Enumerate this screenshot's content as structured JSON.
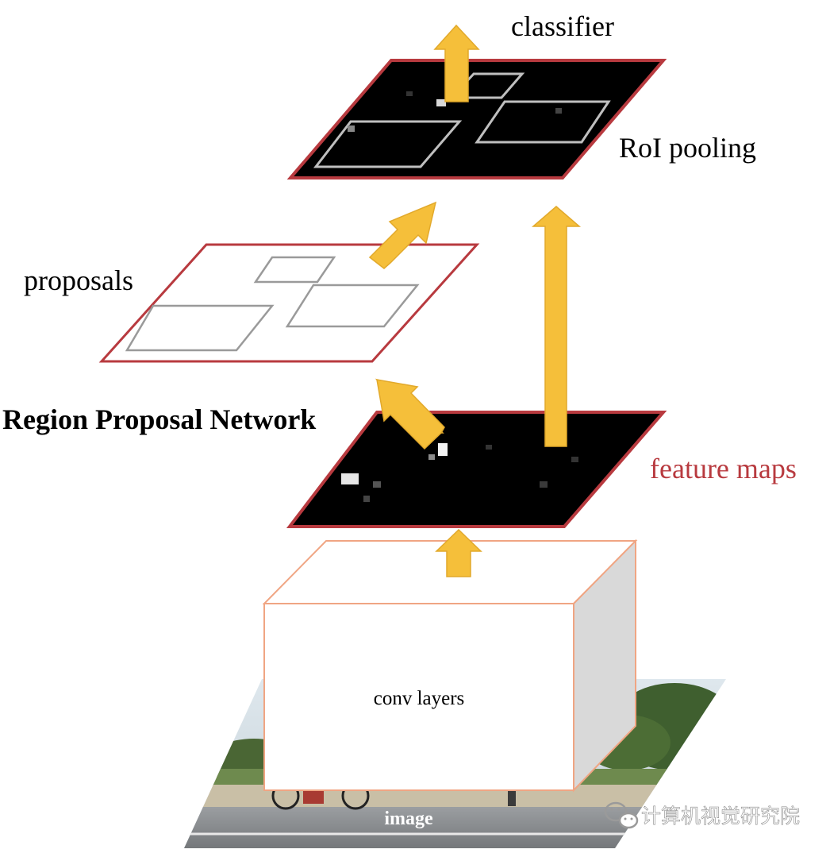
{
  "labels": {
    "classifier": "classifier",
    "roi_pooling": "RoI pooling",
    "proposals": "proposals",
    "region_proposal_network": "Region Proposal Network",
    "feature_maps": "feature maps",
    "conv_layers": "conv layers",
    "image": "image"
  },
  "watermark": {
    "text": "计算机视觉研究院",
    "icon": "wechat-icon"
  },
  "colors": {
    "plane_border": "#b83a3f",
    "arrow_fill": "#f5bf3a",
    "arrow_stroke": "#e2a92b",
    "box_border": "#f0a583",
    "box_side": "#d9d9d9",
    "feature_label": "#b83a3f",
    "proposal_box": "#9a9a9a",
    "roi_box": "#bfbfbf",
    "plane_dark": "#000000"
  }
}
